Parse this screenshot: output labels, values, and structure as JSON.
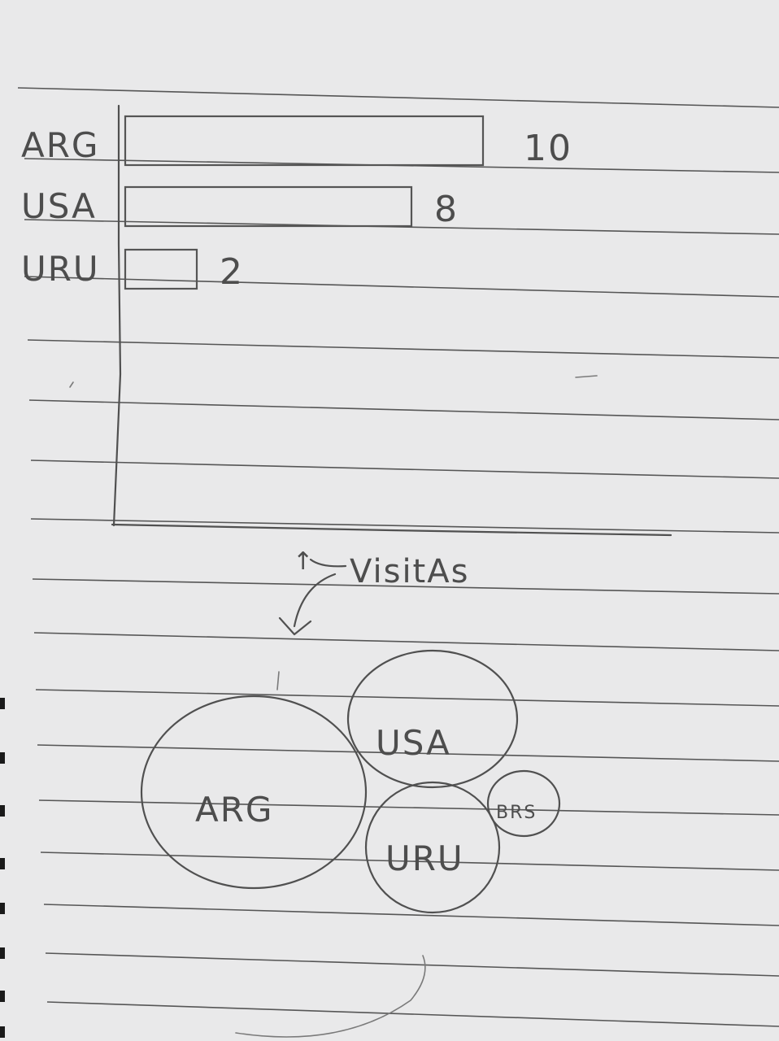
{
  "chart_data": [
    {
      "type": "bar",
      "orientation": "horizontal",
      "categories": [
        "ARG",
        "USA",
        "URU"
      ],
      "values": [
        10,
        8,
        2
      ],
      "data_labels": [
        "10",
        "8",
        "2"
      ]
    },
    {
      "type": "bubble",
      "bubbles": [
        {
          "label": "ARG"
        },
        {
          "label": "USA"
        },
        {
          "label": "URU"
        },
        {
          "label": "BRS"
        }
      ]
    }
  ],
  "annotation": {
    "text": "VisitAs",
    "arrow_up_glyph": "↑",
    "arrow_down_glyph": "↓"
  },
  "colors": {
    "paper": "#e9e9ea",
    "pencil": "#505050",
    "ruling": "#3c3c3c"
  }
}
